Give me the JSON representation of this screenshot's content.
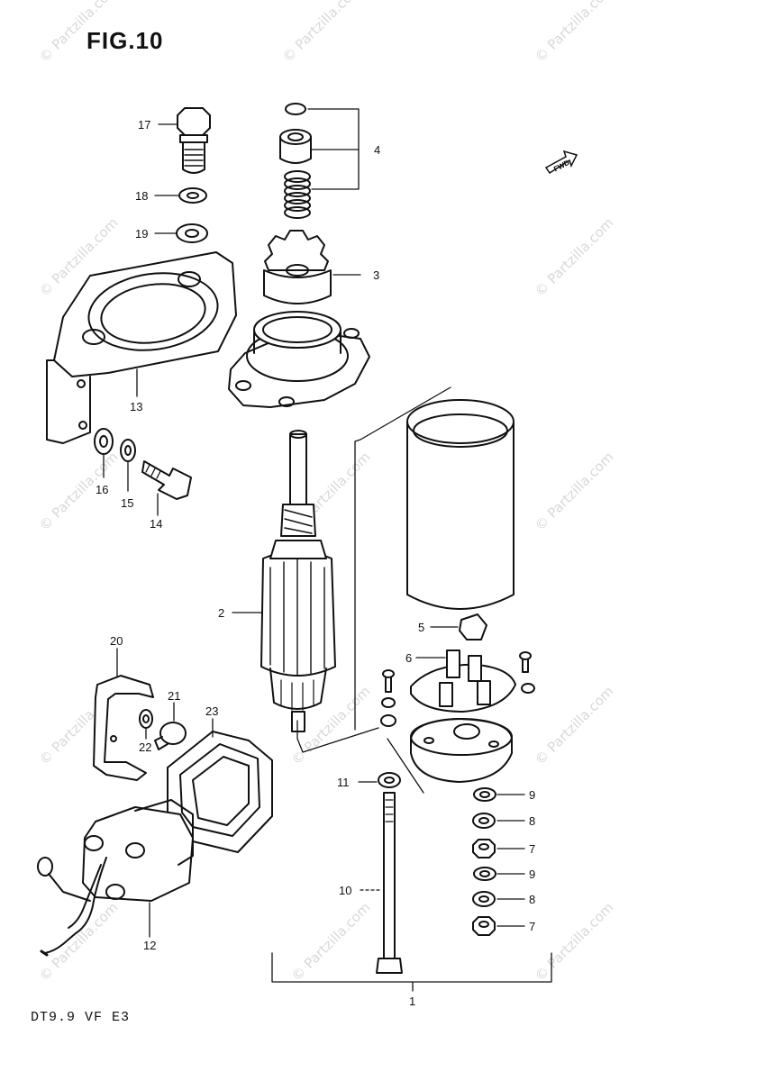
{
  "figure_title": "FIG.10",
  "model_code": "DT9.9 VF E3",
  "fwd_label": "FWD",
  "watermark_text": "© Partzilla.com",
  "callouts": {
    "c1": "1",
    "c2": "2",
    "c3": "3",
    "c4": "4",
    "c5": "5",
    "c6": "6",
    "c7a": "7",
    "c7b": "7",
    "c8a": "8",
    "c8b": "8",
    "c9a": "9",
    "c9b": "9",
    "c10": "10",
    "c11": "11",
    "c12": "12",
    "c13": "13",
    "c14": "14",
    "c15": "15",
    "c16": "16",
    "c17": "17",
    "c18": "18",
    "c19": "19",
    "c20": "20",
    "c21": "21",
    "c22": "22",
    "c23": "23"
  }
}
